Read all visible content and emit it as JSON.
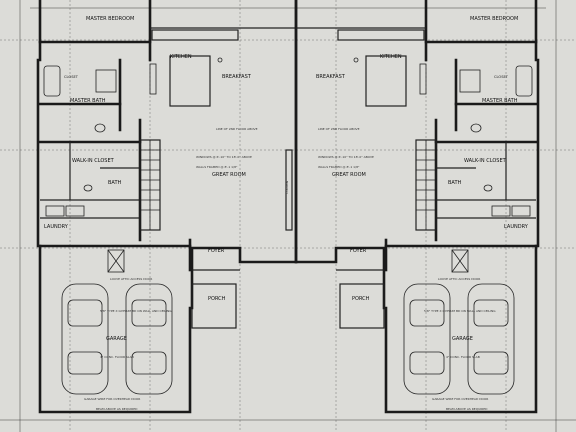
{
  "units": {
    "left": {
      "master_bedroom": "MASTER BEDROOM",
      "kitchen": "KITCHEN",
      "breakfast": "BREAKFAST",
      "master_bath": "MASTER BATH",
      "closet": "CLOSET",
      "walkin_closet": "WALK-IN CLOSET",
      "bath": "BATH",
      "laundry": "LAUNDRY",
      "great_room": "GREAT ROOM",
      "foyer": "FOYER",
      "porch": "PORCH",
      "garage": "GARAGE",
      "attic_access": "LOUVE ATTIC ACCESS DOOR",
      "garage_note": "5/8\" TYPE X GYPSUM BD ON WALL AND CEILING",
      "slab_note": "4\" CONC. FLOOR SLAB",
      "opening_note": "GARAGE WIRE FOR OVERHEAD DOOR",
      "beam_note": "BEAM ABOVE AS REQUIRED",
      "floor_line_note": "LINE OF 2ND FLOOR ABOVE",
      "walls_note": "WALLS FRAMED @ 8'-1 1/8\"",
      "window_note": "WINDOWS @ 6'-10\" TO 18'-0\" ABOVE"
    },
    "right": {
      "master_bedroom": "MASTER BEDROOM",
      "kitchen": "KITCHEN",
      "breakfast": "BREAKFAST",
      "master_bath": "MASTER BATH",
      "closet": "CLOSET",
      "walkin_closet": "WALK-IN CLOSET",
      "bath": "BATH",
      "laundry": "LAUNDRY",
      "great_room": "GREAT ROOM",
      "foyer": "FOYER",
      "porch": "PORCH",
      "garage": "GARAGE",
      "attic_access": "LOUVE ATTIC ACCESS DOOR",
      "garage_note": "5/8\" TYPE X GYPSUM BD ON WALL AND CEILING",
      "slab_note": "4\" CONC. FLOOR SLAB",
      "opening_note": "GARAGE WIRE FOR OVERHEAD DOOR",
      "beam_note": "BEAM ABOVE AS REQUIRED",
      "floor_line_note": "LINE OF 2ND FLOOR ABOVE",
      "walls_note": "WALLS FRAMED @ 8'-1 1/8\"",
      "window_note": "WINDOWS @ 6'-10\" TO 18'-0\" ABOVE"
    }
  },
  "center": {
    "column_label": "COLUMN"
  }
}
